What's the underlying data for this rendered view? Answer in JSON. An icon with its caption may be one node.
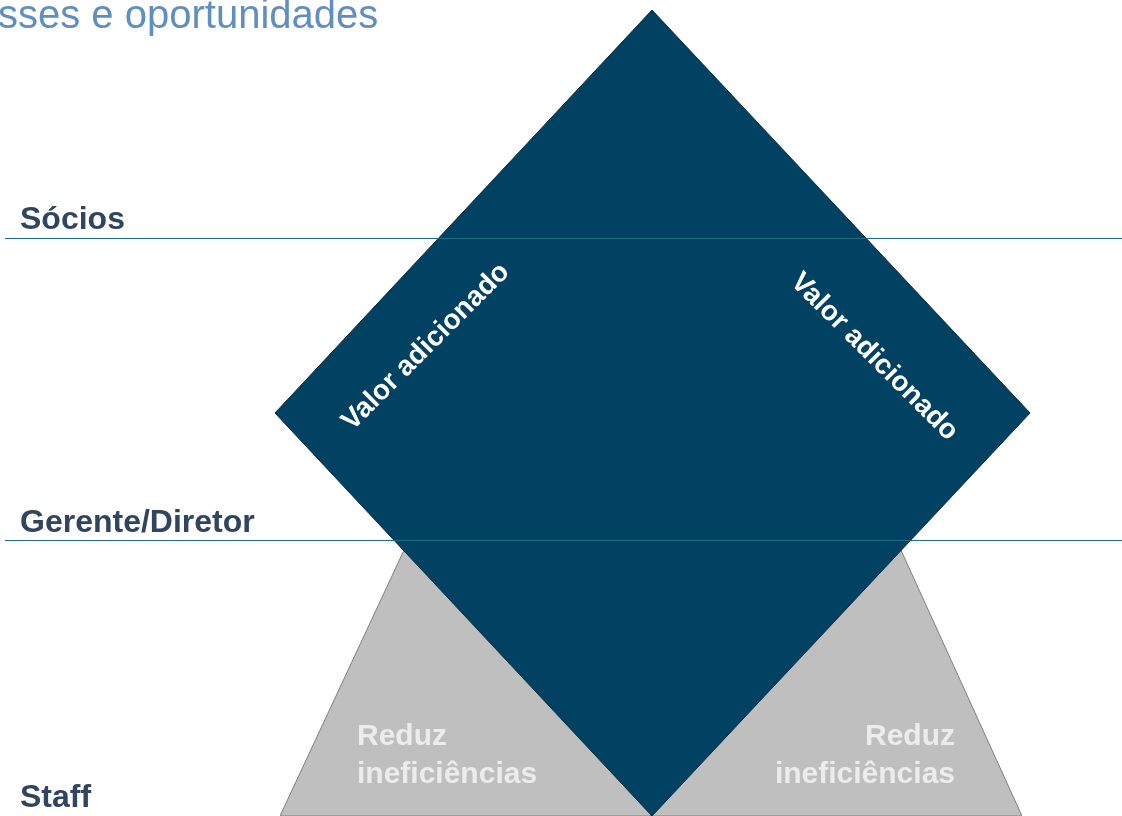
{
  "diagram": {
    "title": "sses e oportunidades",
    "nodes": [
      {
        "text": [
          "Valor adicionado",
          "Valor adicionado"
        ]
      },
      {
        "text": [
          "Reduz ineficiências"
        ]
      },
      {
        "text": [
          "Reduz ineficiências"
        ]
      }
    ],
    "labels": [
      "Sócios",
      "Gerente/Diretor",
      "Staff"
    ]
  }
}
